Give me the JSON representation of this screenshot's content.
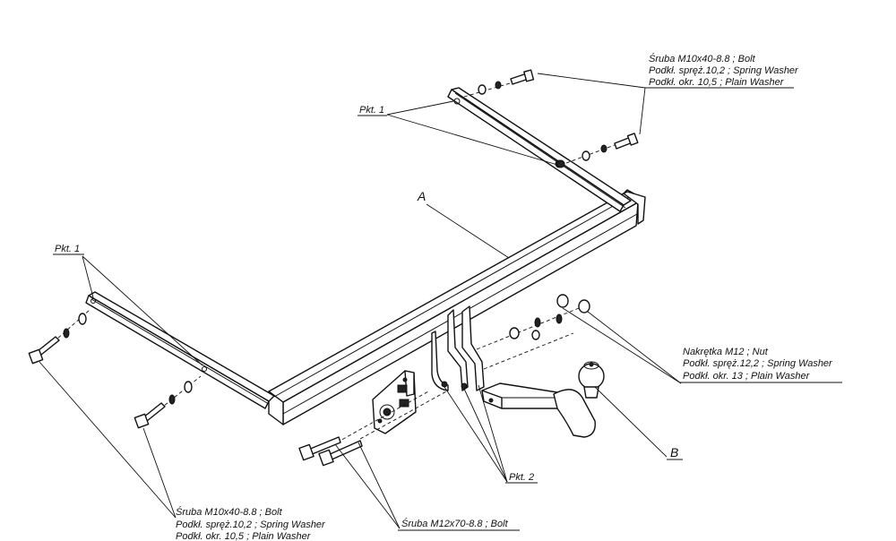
{
  "labels": {
    "pkt1_top": "Pkt. 1",
    "pkt1_left": "Pkt. 1",
    "pkt2": "Pkt. 2",
    "part_a": "A",
    "part_b": "B"
  },
  "callout_top_right": [
    "Śruba M10x40-8.8 ;  Bolt",
    "Podkł. spręż.10,2 ; Spring Washer",
    "Podkł. okr. 10,5 ; Plain Washer"
  ],
  "callout_nut": [
    "Nakrętka  M12 ; Nut",
    "Podkł. spręż.12,2 ; Spring Washer",
    "Podkł. okr. 13 ; Plain Washer"
  ],
  "callout_bottom_left": [
    "Śruba M10x40-8.8 ;  Bolt",
    "Podkł. spręż.10,2 ; Spring Washer",
    "Podkł. okr. 10,5 ; Plain Washer"
  ],
  "callout_bolt_m12": "Śruba M12x70-8.8 ;  Bolt"
}
